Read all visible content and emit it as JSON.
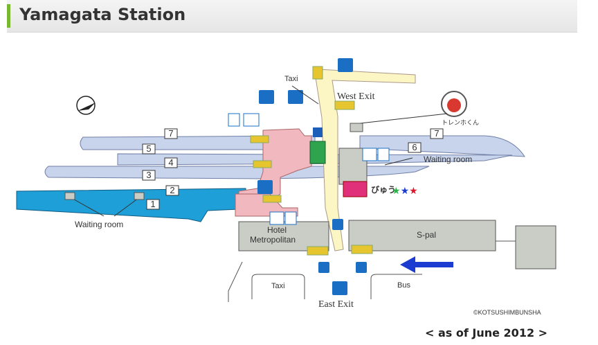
{
  "title": "Yamagata Station",
  "labels": {
    "west_exit": "West Exit",
    "east_exit": "East Exit",
    "taxi_top": "Taxi",
    "taxi_bottom": "Taxi",
    "bus": "Bus",
    "waiting_room_left": "Waiting room",
    "waiting_room_right": "Waiting room",
    "hotel_line1": "Hotel",
    "hotel_line2": "Metropolitan",
    "s_pal": "S-pal",
    "mascot_text": "トレンホくん",
    "biyu": "びゅう",
    "copyright": "©KOTSUSHIMBUNSHA"
  },
  "platforms": [
    "7",
    "5",
    "4",
    "3",
    "2",
    "1",
    "7",
    "6"
  ],
  "footer": "< as of June 2012 >",
  "colors": {
    "accent": "#79b733",
    "track": "#c8d4ec",
    "water_track": "#1f9fd8",
    "concourse": "#fcf5c4",
    "station": "#f2b8c0",
    "building": "#c9cdc6",
    "pink_shop": "#e0307a",
    "arrow": "#1b3bd1"
  }
}
